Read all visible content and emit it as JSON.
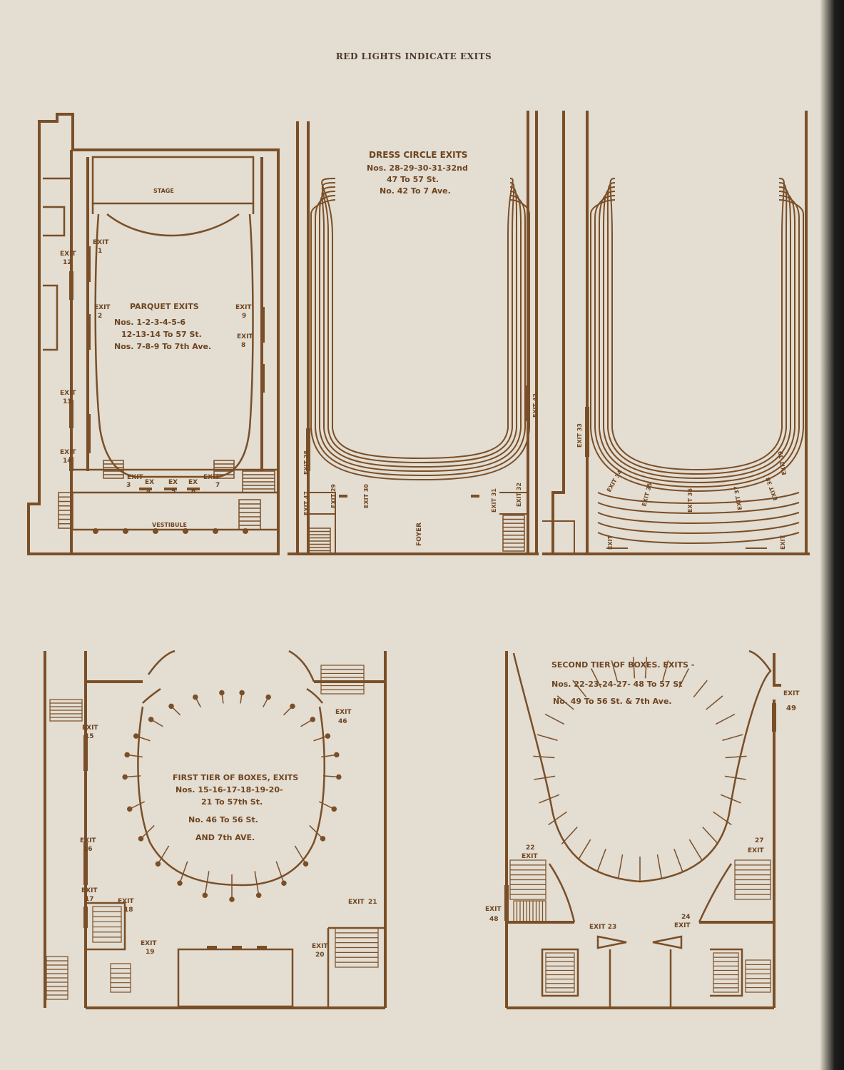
{
  "header": {
    "title": "RED LIGHTS INDICATE EXITS"
  },
  "plans": {
    "parquet": {
      "stage": "STAGE",
      "vestibule": "VESTIBULE",
      "heading": "PARQUET EXITS",
      "line1": "Nos. 1-2-3-4-5-6",
      "line2": "12-13-14 To 57 St.",
      "line3": "Nos. 7-8-9 To 7th Ave.",
      "exits": {
        "e1": [
          "EXIT",
          "1"
        ],
        "e2": [
          "EXIT",
          "2"
        ],
        "e9": [
          "EXIT",
          "9"
        ],
        "e8": [
          "EXIT",
          "8"
        ],
        "e12": [
          "EXIT",
          "12"
        ],
        "e13": [
          "EXIT",
          "13"
        ],
        "e14": [
          "EXIT",
          "14"
        ],
        "e3": [
          "EXIT",
          "3"
        ],
        "e4": [
          "EX",
          "4"
        ],
        "e5": [
          "EX",
          "5"
        ],
        "e6": [
          "EX",
          "6"
        ],
        "e7": [
          "EXIT",
          "7"
        ]
      }
    },
    "dress_circle": {
      "heading": "DRESS CIRCLE EXITS",
      "line1": "Nos. 28-29-30-31-32nd",
      "line2": "47 To 57 St.",
      "line3": "No. 42 To 7 Ave.",
      "foyer": "FOYER",
      "exits": {
        "e28": "EXIT 28",
        "e47": "EXIT 47",
        "e29": "EXIT 29",
        "e30": "EXIT 30",
        "e31": "EXIT 31",
        "e32": "EXIT 32",
        "e42": "EXIT 42",
        "e33": "EXIT 33",
        "e34": "EXIT 34",
        "e35": "EXIT 35",
        "e36": "EXIT 36",
        "e37": "EXIT 37",
        "e38": "EXIT 38",
        "e39": "EXIT 39",
        "eL": "EXIT",
        "eR": "EXIT"
      }
    },
    "first_tier": {
      "heading": "FIRST TIER OF BOXES, EXITS",
      "line1": "Nos. 15-16-17-18-19-20-",
      "line2": "21 To 57th St.",
      "line3": "No. 46 To 56 St.",
      "line4": "AND 7th AVE.",
      "exits": {
        "e15": [
          "EXIT",
          "15"
        ],
        "e16": [
          "EXIT",
          "16"
        ],
        "e17": [
          "EXIT",
          "17"
        ],
        "e18": [
          "EXIT",
          "18"
        ],
        "e19": [
          "EXIT",
          "19"
        ],
        "e20": [
          "EXIT",
          "20"
        ],
        "e21": [
          "EXIT",
          "21"
        ],
        "e46": [
          "EXIT",
          "46"
        ]
      }
    },
    "second_tier": {
      "heading": "SECOND TIER OF BOXES. EXITS -",
      "line1": "Nos. 22-23-24-27- 48 To 57 St",
      "line2": "No. 49 To 56 St. & 7th Ave.",
      "exits": {
        "e49": [
          "EXIT",
          "49"
        ],
        "e22": [
          "22",
          "EXIT"
        ],
        "e27": [
          "27",
          "EXIT"
        ],
        "e48": [
          "EXIT",
          "48"
        ],
        "e23": "EXIT 23",
        "e24": [
          "24",
          "EXIT"
        ]
      }
    }
  },
  "colors": {
    "paper": "#e3ddd2",
    "ink": "#7a4f27",
    "backdrop": "#2b2a28"
  }
}
